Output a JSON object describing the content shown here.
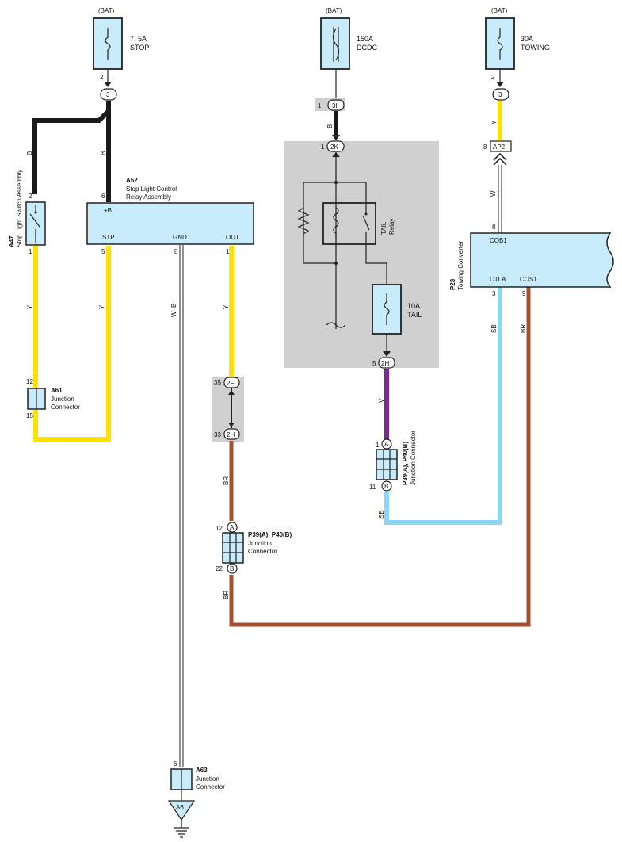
{
  "fuses": {
    "stop": {
      "source": "(BAT)",
      "rating": "7. 5A",
      "name": "STOP",
      "pin": "2"
    },
    "dcdc": {
      "source": "(BAT)",
      "rating": "150A",
      "name": "DCDC"
    },
    "towing": {
      "source": "(BAT)",
      "rating": "30A",
      "name": "TOWING",
      "pin": "2"
    },
    "tail": {
      "rating": "10A",
      "name": "TAIL"
    }
  },
  "connectors": {
    "c3_left": "3",
    "c3_right": "3",
    "c3i": "3I",
    "c3i_pin": "1",
    "c2k": "2K",
    "c2k_pin": "1",
    "c2h_top": "2H",
    "c2h_top_pin": "5",
    "ap2": "AP2",
    "ap2_pin": "8",
    "c2f": "2F",
    "c2f_pin": "35",
    "c2h_bottom": "2H",
    "c2h_bottom_pin": "33",
    "a6": "A6"
  },
  "components": {
    "a47": {
      "code": "A47",
      "name": "Stop Light Switch Assembly",
      "pin_top": "2",
      "pin_bottom": "1"
    },
    "a52": {
      "code": "A52",
      "line1": "Stop Light Control",
      "line2": "Relay Assembly",
      "term_b": "+B",
      "term_stp": "STP",
      "term_gnd": "GND",
      "term_out": "OUT",
      "pin_b": "6",
      "pin_stp": "5",
      "pin_gnd": "8",
      "pin_out": "1"
    },
    "a61": {
      "code": "A61",
      "line1": "Junction",
      "line2": "Connector",
      "pin_top": "12",
      "pin_bottom": "15"
    },
    "tail_relay": {
      "line1": "TAIL",
      "line2": "Relay"
    },
    "p39_right": {
      "code": "P39(A), P40(B)",
      "name": "Junction Connector",
      "pin_a": "1",
      "pin_b": "11",
      "a": "A",
      "b": "B"
    },
    "p39_left": {
      "code": "P39(A), P40(B)",
      "line1": "Junction",
      "line2": "Connector",
      "pin_a": "12",
      "pin_b": "22",
      "a": "A",
      "b": "B"
    },
    "p23": {
      "code": "P23",
      "name": "Towing Converter",
      "term_cob1": "COB1",
      "term_ctla": "CTLA",
      "term_cos1": "COS1",
      "pin_cob1": "8",
      "pin_ctla": "3",
      "pin_cos1": "9"
    },
    "a63": {
      "code": "A63",
      "line1": "Junction",
      "line2": "Connector",
      "pin": "6"
    }
  },
  "wire_labels": {
    "b1": "B",
    "b2": "B",
    "b3": "B",
    "y1": "Y",
    "y2": "Y",
    "y3": "Y",
    "y4": "Y",
    "wb": "W–B",
    "w": "W",
    "v": "V",
    "br1": "BR",
    "br2": "BR",
    "br3": "BR",
    "sb1": "SB",
    "sb2": "SB"
  },
  "colors": {
    "Y": "#ffe000",
    "B": "#1a1a1a",
    "BR": "#a5502c",
    "V": "#7a2a8e",
    "SB": "#8dd6f6",
    "box": "#c8ecfb",
    "gray_panel": "#d0d0d0"
  }
}
